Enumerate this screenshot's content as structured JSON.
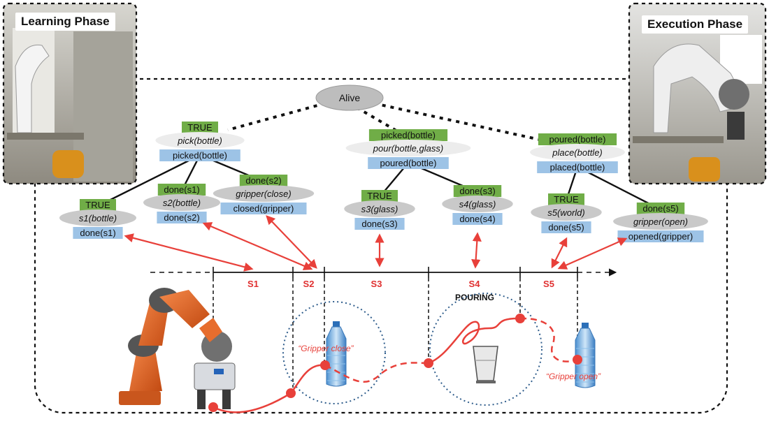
{
  "phases": {
    "learning": "Learning Phase",
    "execution": "Execution Phase"
  },
  "root": {
    "label": "Alive"
  },
  "subtrees": [
    {
      "pre": "TRUE",
      "action": "pick(bottle)",
      "post": "picked(bottle)"
    },
    {
      "pre": "picked(bottle)",
      "action": "pour(bottle,glass)",
      "post": "poured(bottle)"
    },
    {
      "pre": "poured(bottle)",
      "action": "place(bottle)",
      "post": "placed(bottle)"
    }
  ],
  "leaves": [
    {
      "pre": "TRUE",
      "action": "s1(bottle)",
      "post": "done(s1)"
    },
    {
      "pre": "done(s1)",
      "action": "s2(bottle)",
      "post": "done(s2)"
    },
    {
      "pre": "done(s2)",
      "action": "gripper(close)",
      "post": "closed(gripper)"
    },
    {
      "pre": "TRUE",
      "action": "s3(glass)",
      "post": "done(s3)"
    },
    {
      "pre": "done(s3)",
      "action": "s4(glass)",
      "post": "done(s4)"
    },
    {
      "pre": "TRUE",
      "action": "s5(world)",
      "post": "done(s5)"
    },
    {
      "pre": "done(s5)",
      "action": "gripper(open)",
      "post": "opened(gripper)"
    }
  ],
  "timeline": {
    "segments": [
      "S1",
      "S2",
      "S3",
      "S4",
      "S5"
    ],
    "pouring_label": "POURING"
  },
  "annotations": {
    "gripper_close": "“Gripper close”",
    "gripper_open": "“Gripper open”"
  },
  "colors": {
    "pre_green": "#70ad47",
    "post_blue": "#9dc3e6",
    "node_gray": "#c9c9c9",
    "action_light": "#ececec",
    "arrow_red": "#e8403a",
    "segment_red": "#e03030",
    "circle_blue": "#2f5d8c"
  }
}
